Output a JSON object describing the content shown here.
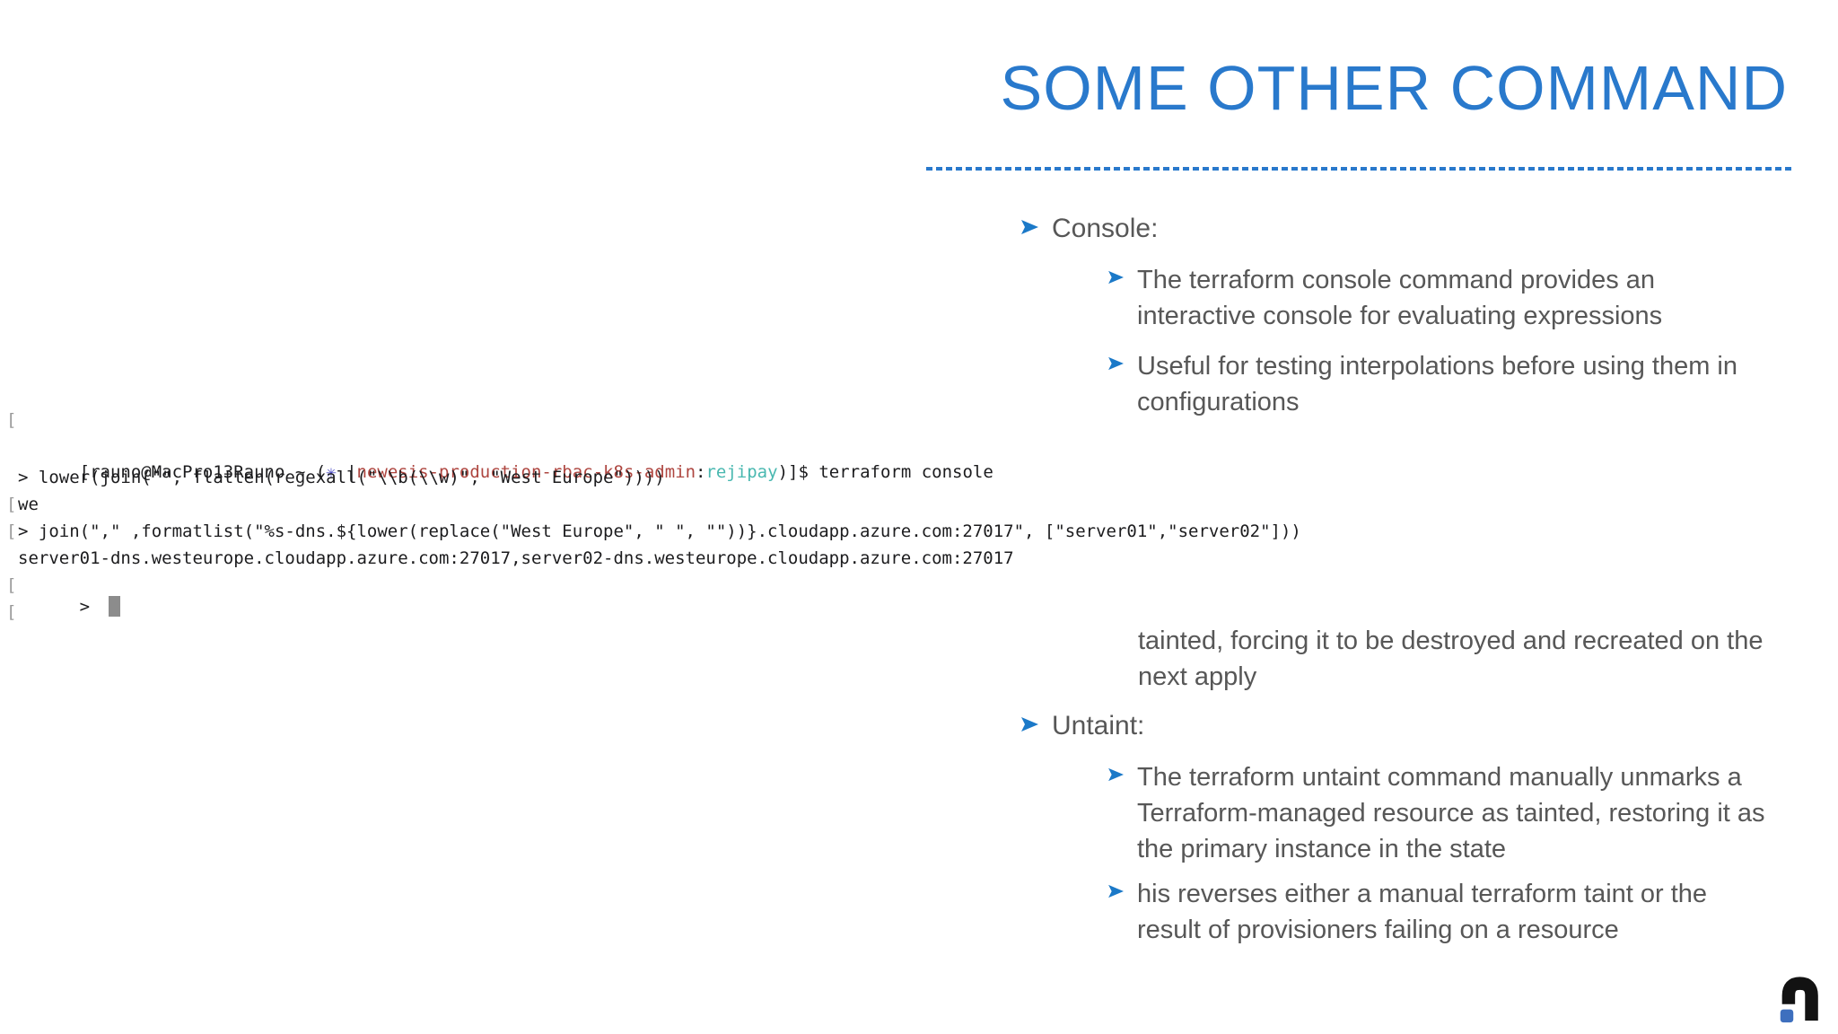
{
  "slide": {
    "title": "SOME OTHER COMMAND"
  },
  "bullets": {
    "item1_label": "Console:",
    "item1_sub1": "The terraform console command provides an\ninteractive console for evaluating expressions",
    "item1_sub2": "Useful for testing interpolations before using them in\nconfigurations",
    "continuation": "tainted, forcing it to be destroyed and recreated on the\nnext apply",
    "item2_label": "Untaint:",
    "item2_sub1": "The terraform untaint command manually unmarks a\nTerraform-managed resource as tainted, restoring it as\nthe primary instance in the state",
    "item2_sub2": "his reverses either a manual terraform taint or the\nresult of provisioners failing on a resource"
  },
  "terminal": {
    "mark": "[",
    "prompt": {
      "prefix": "[rauno@MacPro13Rauno ~ (",
      "star": "✳ ",
      "separator": "|",
      "cluster": "newesis-production-rbac-k8s-admin",
      "colon": ":",
      "namespace": "rejipay",
      "suffix": ")]$ ",
      "command": "terraform console"
    },
    "lines": {
      "input1": "> lower(join(\"\", flatten(regexall(\"\\\\b(\\\\w)\", \"West Europe\"))))",
      "output1": "we",
      "input2": "> join(\",\" ,formatlist(\"%s-dns.${lower(replace(\"West Europe\", \" \", \"\"))}.cloudapp.azure.com:27017\", [\"server01\",\"server02\"]))",
      "output2": "server01-dns.westeurope.cloudapp.azure.com:27017,server02-dns.westeurope.cloudapp.azure.com:27017",
      "prompt3": "> "
    }
  },
  "colors": {
    "title_blue": "#2979CC",
    "bullet_blue": "#1B79C8",
    "body_text": "#575757",
    "terminal_text": "#1C1C1E",
    "terminal_red": "#AE4640",
    "terminal_teal": "#49B8B0",
    "terminal_purple": "#4D4DC8",
    "terminal_mark_gray": "#9A9A9A",
    "cursor_gray": "#8C8C8C",
    "logo_blue": "#3E6FBE"
  }
}
